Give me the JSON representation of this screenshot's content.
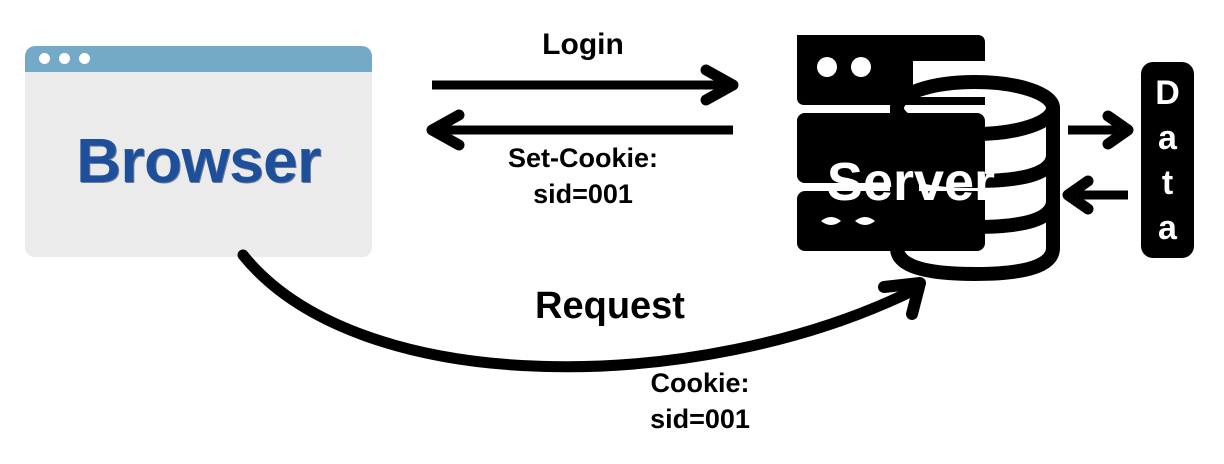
{
  "diagram": {
    "title": "Browser-Server cookie session flow",
    "background": "#ffffff"
  },
  "browser": {
    "label": "Browser",
    "titlebar_color": "#74aac8",
    "body_color": "#ebebeb",
    "text_color": "#1d4f9b",
    "dots": [
      "window-dot-1",
      "window-dot-2",
      "window-dot-3"
    ]
  },
  "server": {
    "label": "Server",
    "icon_name": "server-rack-database-icon",
    "color": "#000000",
    "text_color": "#ffffff"
  },
  "data_store": {
    "letters": [
      "D",
      "a",
      "t",
      "a"
    ],
    "label": "Data",
    "color": "#000000",
    "text_color": "#ffffff"
  },
  "flows": {
    "login": {
      "label": "Login",
      "direction": "browser-to-server",
      "arrow_name": "login-arrow"
    },
    "set_cookie": {
      "label_line1": "Set-Cookie:",
      "label_line2": "sid=001",
      "direction": "server-to-browser",
      "arrow_name": "set-cookie-arrow"
    },
    "request": {
      "label": "Request",
      "label_line1": "Cookie:",
      "label_line2": "sid=001",
      "direction": "browser-to-server",
      "arrow_name": "request-curved-arrow"
    },
    "data_write": {
      "direction": "server-to-data",
      "arrow_name": "server-to-data-arrow"
    },
    "data_read": {
      "direction": "data-to-server",
      "arrow_name": "data-to-server-arrow"
    }
  }
}
